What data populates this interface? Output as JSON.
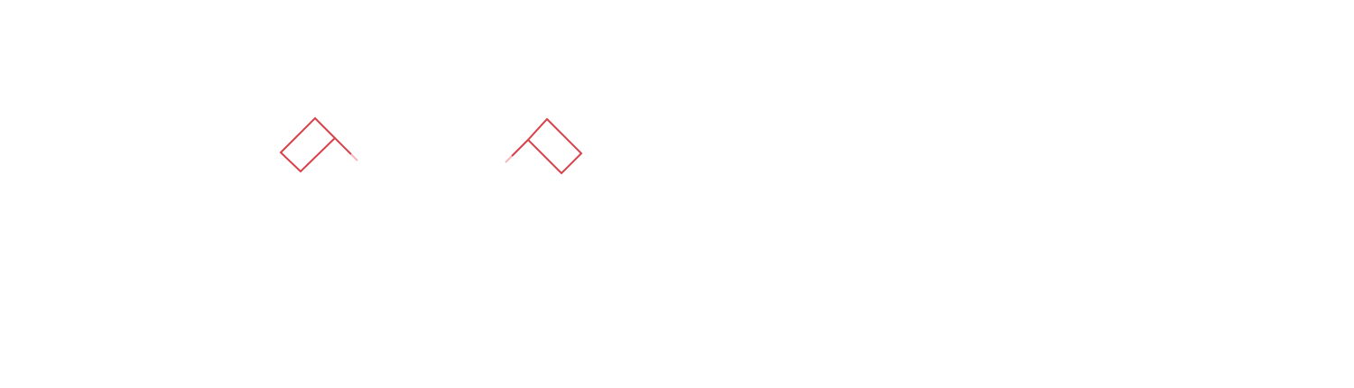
{
  "colors": {
    "background": "#ffffff",
    "accent": "#d9414a",
    "fade": "#f2b8bc"
  },
  "graphics": [
    {
      "name": "left-diamond-mark",
      "kind": "decorative-outline"
    },
    {
      "name": "right-diamond-mark",
      "kind": "decorative-outline"
    }
  ]
}
